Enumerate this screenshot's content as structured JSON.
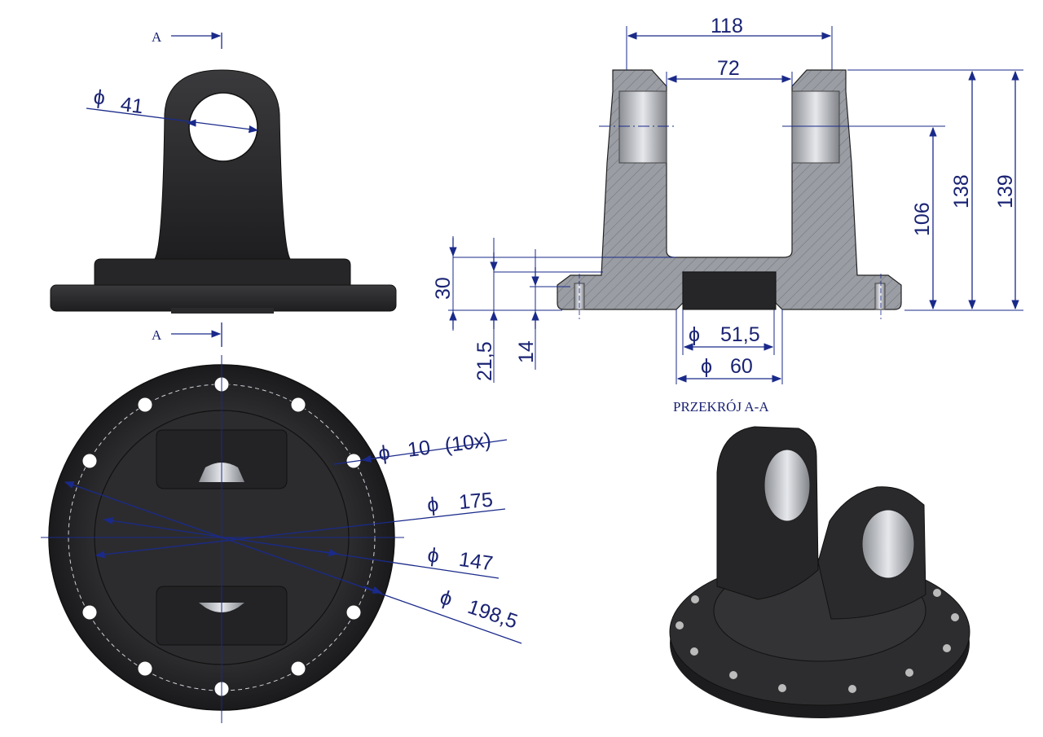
{
  "section_marker": "A",
  "section_title": "PRZEKRÓJ A-A",
  "dims_front": {
    "pin_diameter": "41"
  },
  "dims_section": {
    "outer_width": "118",
    "inner_width": "72",
    "h_pin": "106",
    "h_total_a": "138",
    "h_total_b": "139",
    "h_base_30": "30",
    "h_base_21_5": "21,5",
    "h_base_14": "14",
    "bore_51_5": "51,5",
    "bore_60": "60"
  },
  "dims_plan": {
    "hole_diameter": "10",
    "hole_count": "(10x)",
    "d_175": "175",
    "d_147": "147",
    "d_198_5": "198,5"
  },
  "phi_symbol": "ϕ",
  "colors": {
    "dimension": "#1a2373",
    "part": "#2b2b2d",
    "section_fill": "#9a9da3"
  }
}
